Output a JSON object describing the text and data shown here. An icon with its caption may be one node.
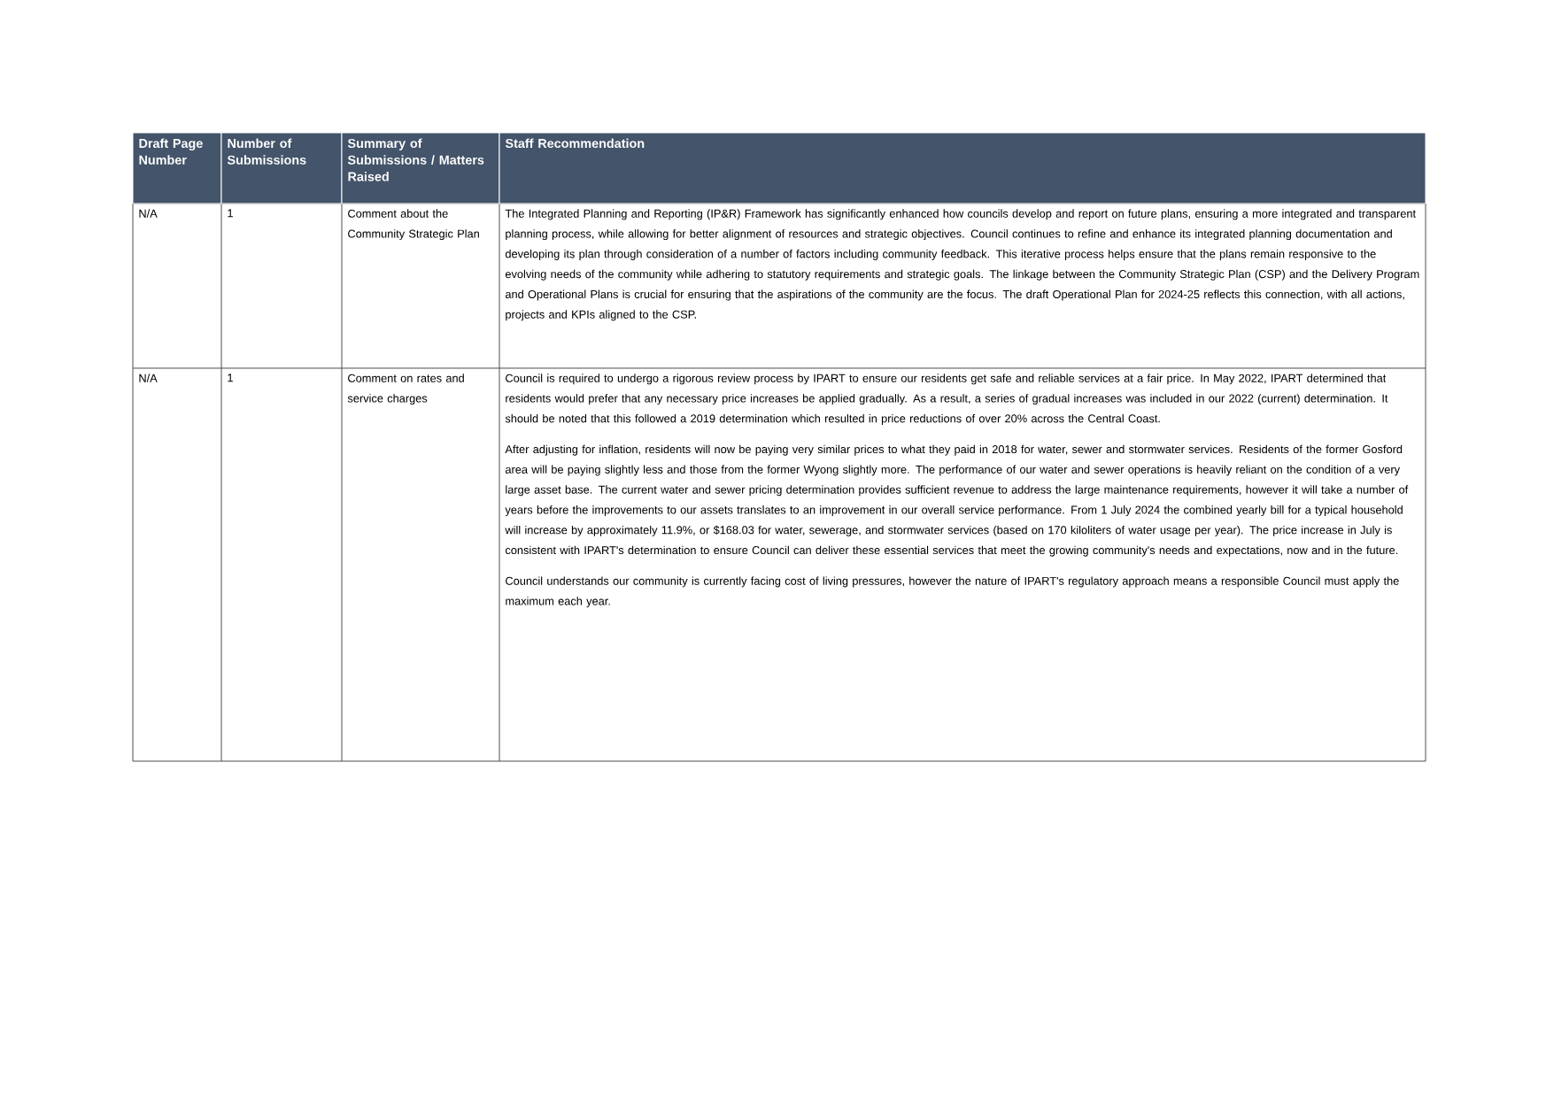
{
  "diagram": {
    "labels": [
      "Draft Page Number",
      "Number of Submissions",
      "Summary of Submissions / Matters Raised",
      "Staff Recommendation",
      "N/A",
      "1",
      "Comment about the Community Strategic Plan",
      "The Integrated Planning and Reporting (IP&R) Framework has significantly enhanced how councils develop and report on future plans, ensuring a more integrated and transparent planning process, while allowing for better alignment of resources and strategic objectives. Council continues to refine and enhance its integrated planning documentation and developing its plan through consideration of a number of factors including community feedback. This iterative process helps ensure that the plans remain responsive to the evolving needs of the community while adhering to statutory requirements and strategic goals. The linkage between the Community Strategic Plan (CSP) and the Delivery Program and Operational Plans is crucial for ensuring that the aspirations of the community are the focus. The draft Operational Plan for 2024-25 reflects this connection, with all actions, projects and KPIs aligned to the CSP.",
      "N/A",
      "1",
      "Comment on rates and service charges",
      "Council is required to undergo a rigorous review process by IPART to ensure our residents get safe and reliable services at a fair price. In May 2022, IPART determined that residents would prefer that any necessary price increases be applied gradually. As a result, a series of gradual increases was included in our 2022 (current) determination. It should be noted that this followed a 2019 determination which resulted in price reductions of over 20% across the Central Coast.",
      "After adjusting for inflation, residents will now be paying very similar prices to what they paid in 2018 for water, sewer and stormwater services. Residents of the former Gosford area will be paying slightly less and those from the former Wyong slightly more. The performance of our water and sewer operations is heavily reliant on the condition of a very large asset base. The current water and sewer pricing determination provides sufficient revenue to address the large maintenance requirements, however it will take a number of years before the improvements to our assets translates to an improvement in our overall service performance. From 1 July 2024 the combined yearly bill for a typical household will increase by approximately 11.9%, or $168.03 for water, sewerage, and stormwater services (based on 170 kiloliters of water usage per year). The price increase in July is consistent with IPART's determination to ensure Council can deliver these essential services that meet the growing community's needs and expectations, now and in the future.",
      "Council understands our community is currently facing cost of living pressures, however the nature of IPART's regulatory approach means a responsible Council must apply the maximum each year."
    ]
  }
}
